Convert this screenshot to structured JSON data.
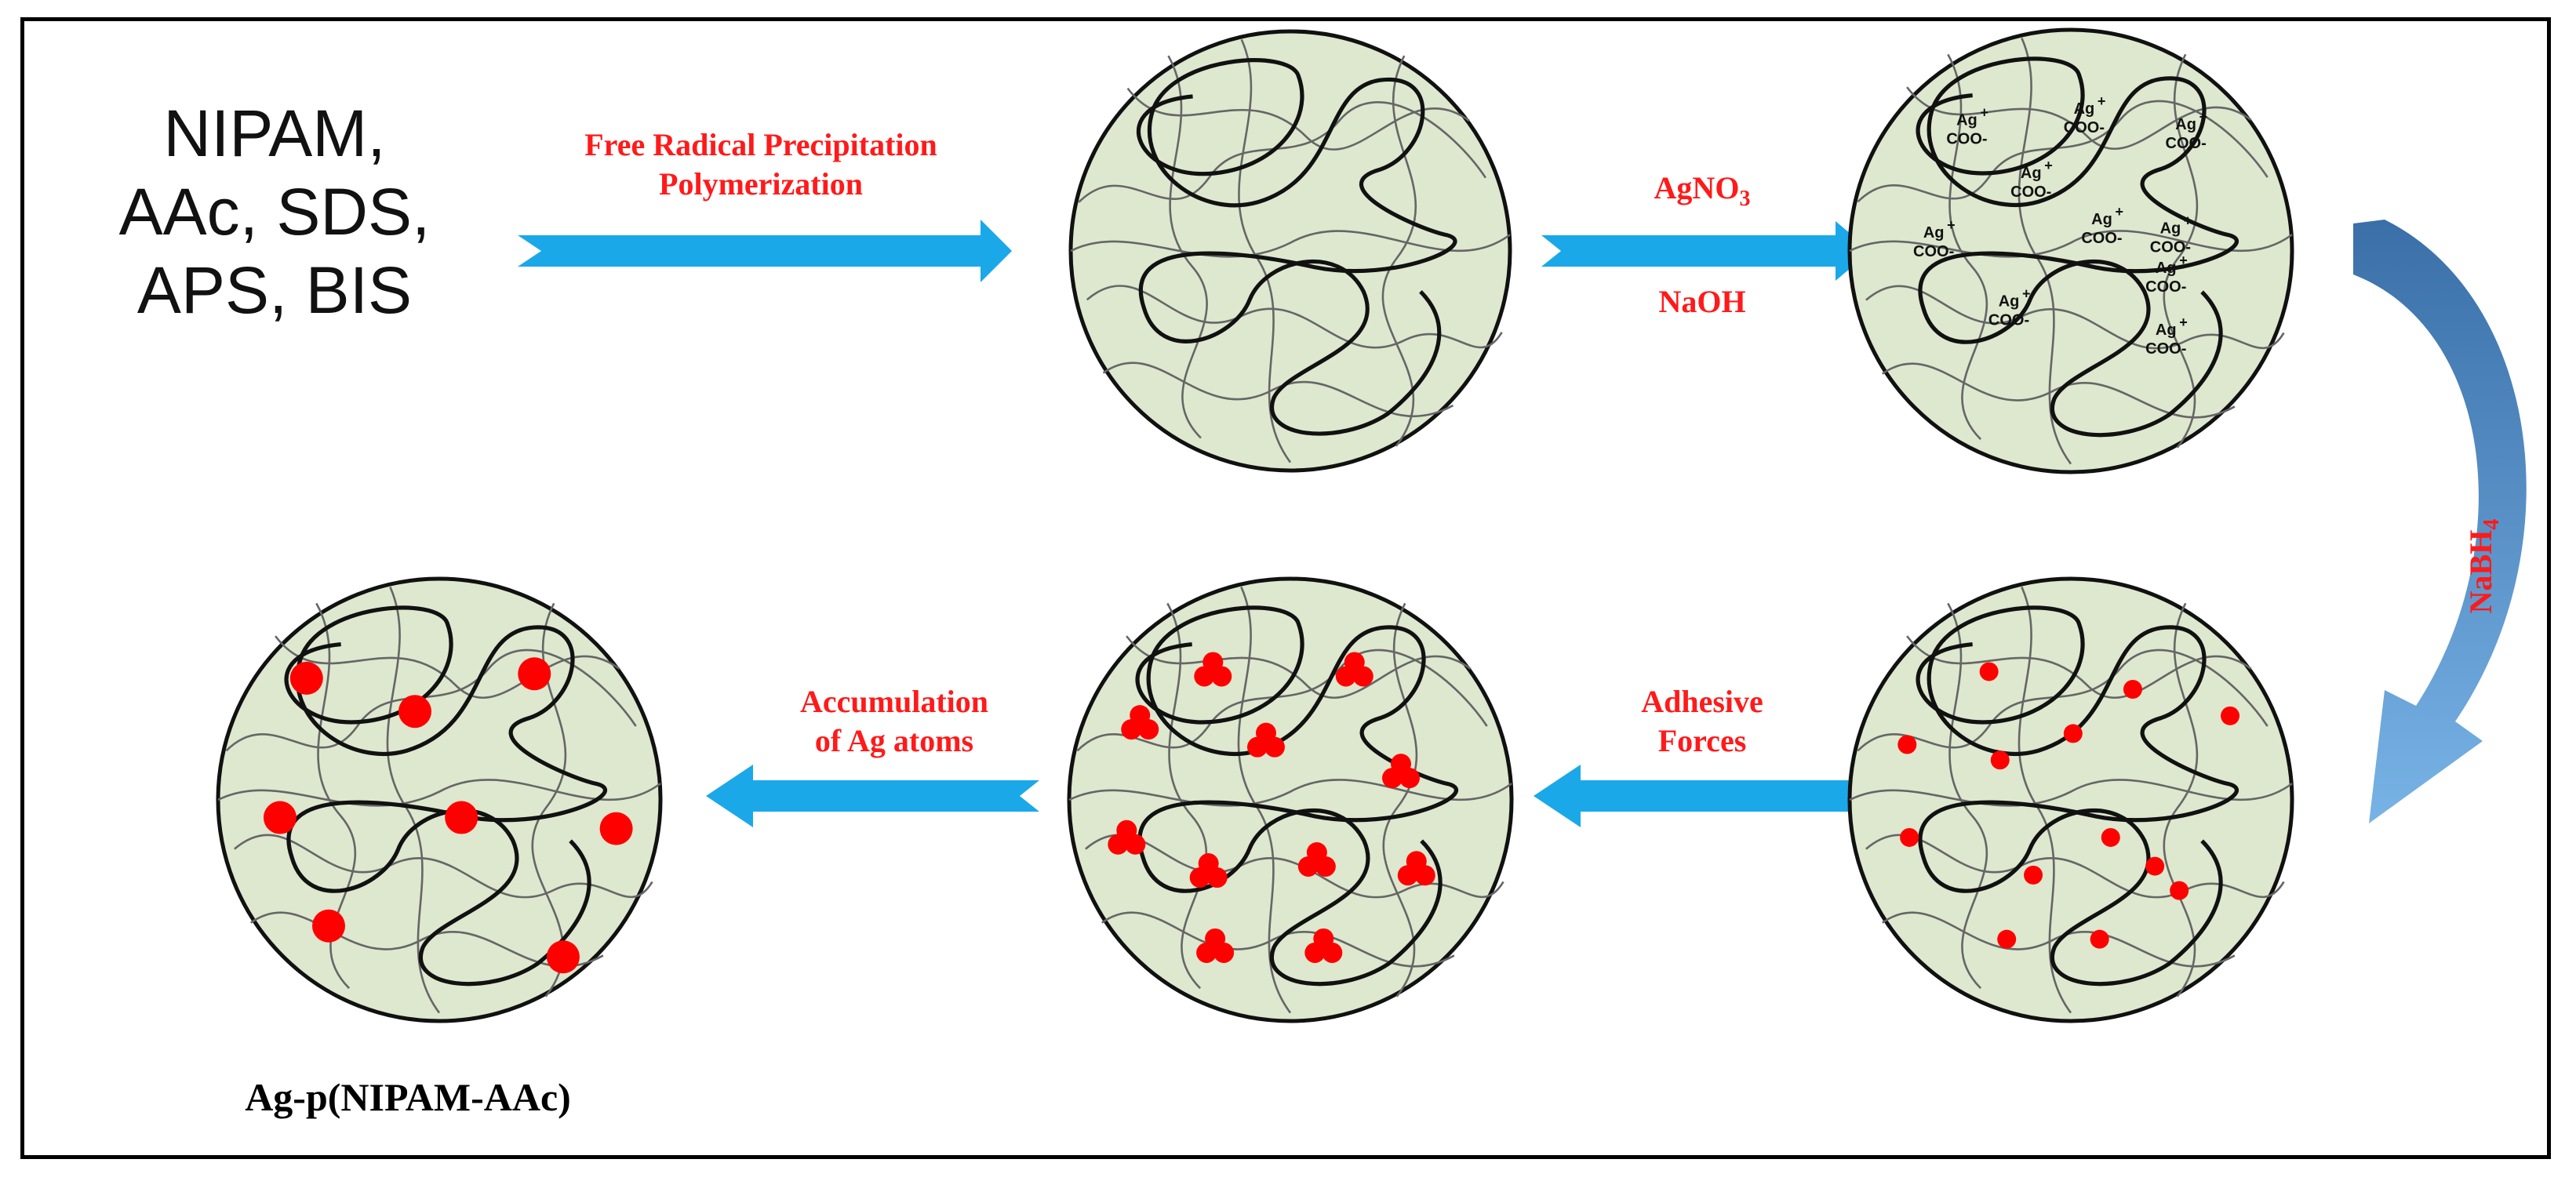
{
  "reactants": [
    "NIPAM,",
    "AAc, SDS,",
    "APS, BIS"
  ],
  "steps": {
    "polymerization": [
      "Free Radical Precipitation",
      "Polymerization"
    ],
    "silver_loading": {
      "reagent_1_base": "AgNO",
      "reagent_1_sub": "3",
      "reagent_2": "NaOH"
    },
    "reduction": {
      "reagent_base": "NaBH",
      "reagent_sub": "4"
    },
    "adhesion": [
      "Adhesive",
      "Forces"
    ],
    "accumulation": [
      "Accumulation",
      "of Ag atoms"
    ]
  },
  "ion_labels": {
    "cation": "Ag",
    "cation_charge": "+",
    "anion": "COO",
    "anion_charge": "-"
  },
  "product_label": "Ag-p(NIPAM-AAc)",
  "colors": {
    "arrow": "#1ba8e8",
    "label": "#ff1a1a",
    "particle_fill": "#dde8cf",
    "nanoparticle": "#ff0000",
    "curved_arrow": "#3f7fbf"
  }
}
